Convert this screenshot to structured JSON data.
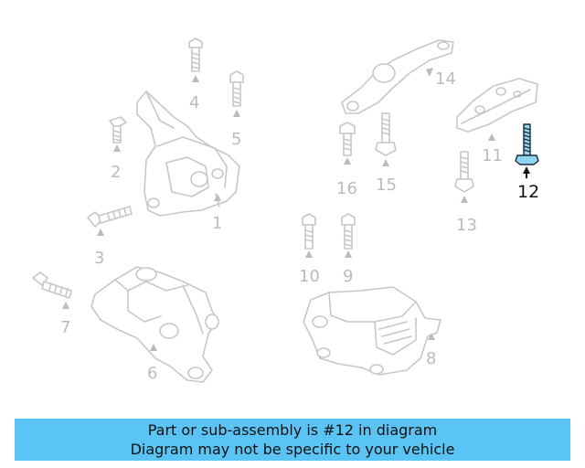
{
  "diagram": {
    "callouts": [
      {
        "id": "1",
        "label": "1"
      },
      {
        "id": "2",
        "label": "2"
      },
      {
        "id": "3",
        "label": "3"
      },
      {
        "id": "4",
        "label": "4"
      },
      {
        "id": "5",
        "label": "5"
      },
      {
        "id": "6",
        "label": "6"
      },
      {
        "id": "7",
        "label": "7"
      },
      {
        "id": "8",
        "label": "8"
      },
      {
        "id": "9",
        "label": "9"
      },
      {
        "id": "10",
        "label": "10"
      },
      {
        "id": "11",
        "label": "11"
      },
      {
        "id": "12",
        "label": "12",
        "highlighted": true
      },
      {
        "id": "13",
        "label": "13"
      },
      {
        "id": "14",
        "label": "14"
      },
      {
        "id": "15",
        "label": "15"
      },
      {
        "id": "16",
        "label": "16"
      }
    ],
    "highlight_color": "#8fd6f2",
    "part_outline_color": "#c4c8cc"
  },
  "banner": {
    "line1": "Part or sub-assembly is #12 in diagram",
    "line2": "Diagram may not be specific to your vehicle",
    "background": "#5ac4f4"
  }
}
